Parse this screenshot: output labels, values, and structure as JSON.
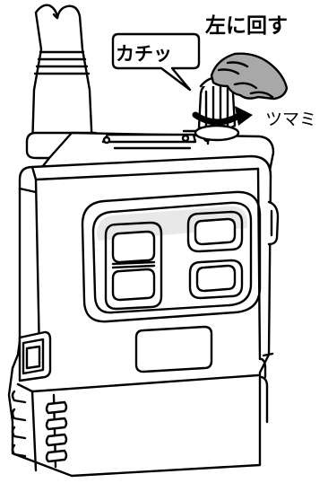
{
  "labels": {
    "callout": "カチッ",
    "instruction": "左に回す",
    "knob": "ツマミ"
  },
  "colors": {
    "line": "#000000",
    "hand": "#a8a8a8",
    "face_shade": "#e8e8e8",
    "background": "#ffffff"
  }
}
